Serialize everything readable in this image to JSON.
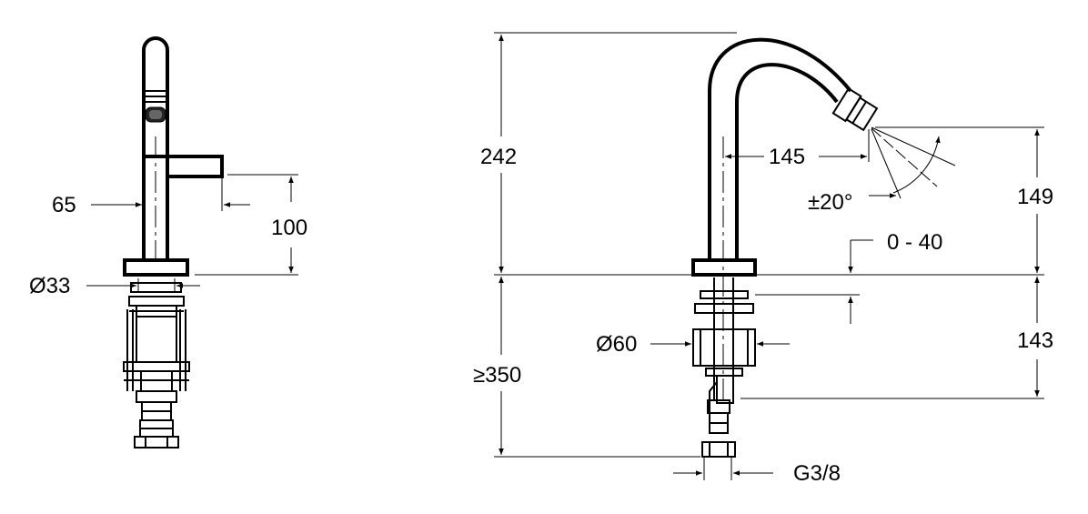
{
  "side_view": {
    "dim_65": "65",
    "dim_100": "100",
    "dim_d33": "Ø33"
  },
  "front_view": {
    "dim_242": "242",
    "dim_145": "145",
    "dim_angle": "±20°",
    "dim_149": "149",
    "dim_0_40": "0 - 40",
    "dim_d60": "Ø60",
    "dim_143": "143",
    "dim_350": "≥350",
    "dim_g38": "G3/8"
  }
}
